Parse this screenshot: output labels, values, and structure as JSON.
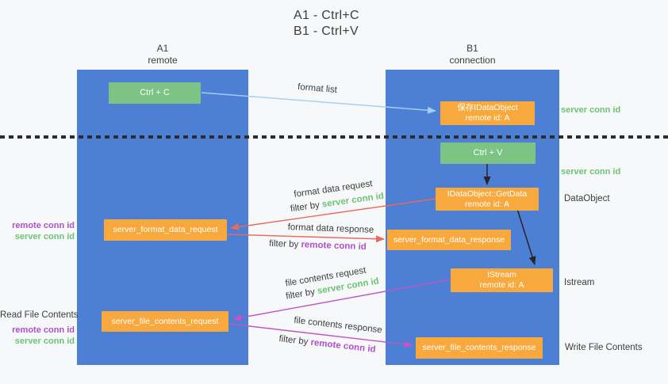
{
  "title": {
    "line1": "A1 - Ctrl+C",
    "line2": "B1 - Ctrl+V"
  },
  "lifelines": {
    "a1": {
      "name": "A1",
      "subtitle": "remote"
    },
    "b1": {
      "name": "B1",
      "subtitle": "connection"
    }
  },
  "nodes": {
    "ctrl_c": {
      "label": "Ctrl + C"
    },
    "ctrl_v": {
      "label": "Ctrl + V"
    },
    "save_idataobject": {
      "line1": "保存IDataObject",
      "line2": "remote id: A"
    },
    "idataobject_getdata": {
      "line1": "IDataObject::GetData",
      "line2": "remote id: A"
    },
    "server_format_data_request": {
      "label": "server_format_data_request"
    },
    "server_format_data_response": {
      "label": "server_format_data_response"
    },
    "istream": {
      "line1": "IStream",
      "line2": "remote id: A"
    },
    "server_file_contents_request": {
      "label": "server_file_contents_request"
    },
    "server_file_contents_response": {
      "label": "server_file_contents_response"
    }
  },
  "arrow_labels": {
    "format_list": "format list",
    "format_data_request": "format data request",
    "filter_by_server_1": {
      "prefix": "filter by ",
      "id": "server conn id"
    },
    "format_data_response": "format data response",
    "filter_by_remote_1": {
      "prefix": "filter by ",
      "id": "remote conn id"
    },
    "file_contents_request": "file contents request",
    "filter_by_server_2": {
      "prefix": "filter by ",
      "id": "server conn id"
    },
    "file_contents_response": "file contents response",
    "filter_by_remote_2": {
      "prefix": "filter by ",
      "id": "remote conn id"
    }
  },
  "side_labels": {
    "right_server_conn_id_1": "server conn id",
    "right_server_conn_id_2": "server conn id",
    "dataobject": "DataObject",
    "istream": "Istream",
    "write_file_contents": "Write File Contents",
    "left_remote_conn_id_1": "remote conn id",
    "left_server_conn_id_1": "server conn id",
    "read_file_contents": "Read File Contents",
    "left_remote_conn_id_2": "remote conn id",
    "left_server_conn_id_2": "server conn id"
  },
  "colors": {
    "column_blue": "#4d80d4",
    "box_green": "#7dc383",
    "box_orange": "#f8a93d",
    "arrow_light_blue": "#a5cff0",
    "arrow_red": "#e8695d",
    "arrow_magenta": "#c155c4",
    "arrow_black": "#262626",
    "text_green": "#6dc375",
    "text_purple": "#ae52c7",
    "text_dark": "#3d3d3d"
  }
}
